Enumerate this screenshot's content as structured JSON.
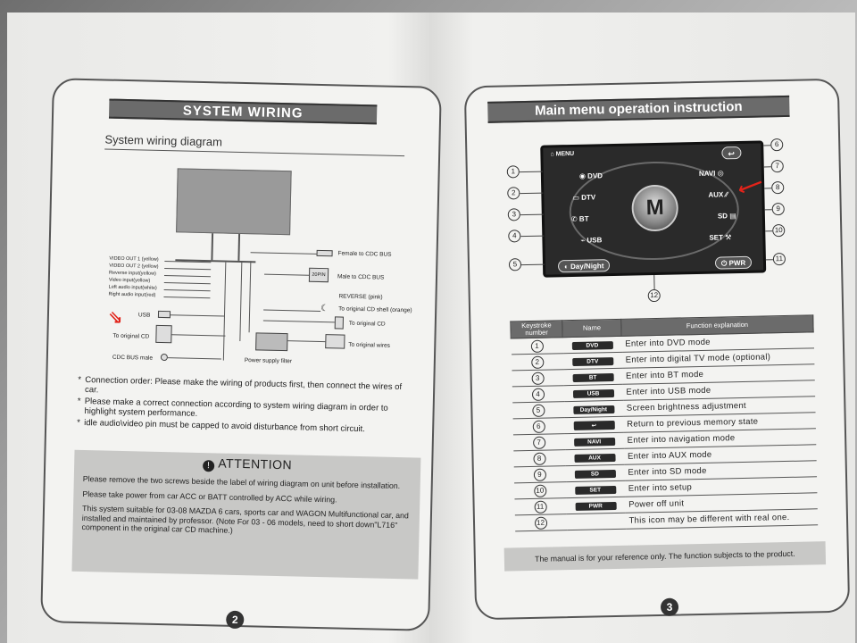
{
  "left_page": {
    "title": "SYSTEM WIRING",
    "subheading": "System wiring diagram",
    "diagram_labels": {
      "video_out_1": "VIDEO OUT 1 (yellow)",
      "video_out_2": "VIDEO OUT 2 (yellow)",
      "reverse_input": "Reverse input(yellow)",
      "video_input": "Video input(yellow)",
      "left_audio": "Left audio input(white)",
      "right_audio": "Right audio input(red)",
      "usb": "USB",
      "to_original_cd_left": "To original CD",
      "cdc_bus_male": "CDC BUS male",
      "female_cdc": "Female to CDC BUS",
      "pin20": "20PIN",
      "male_cdc": "Male to CDC BUS",
      "reverse_pink": "REVERSE (pink)",
      "cd_shell": "To original CD shell (orange)",
      "to_original_cd_right": "To original CD",
      "to_original_wires": "To original wires",
      "power_filter": "Power supply filter"
    },
    "bullets": [
      "Connection order: Please make the wiring of products first, then connect the wires of car.",
      "Please make a correct connection according to system wiring diagram in order to highlight system performance.",
      "idle audio\\video pin must be capped to avoid disturbance from short circuit."
    ],
    "attention": {
      "title": "ATTENTION",
      "paragraphs": [
        "Please remove the two screws beside the label of wiring diagram on unit before installation.",
        "Please take power from car ACC or BATT controlled by ACC while wiring.",
        "This system suitable for 03-08 MAZDA 6 cars, sports car and WAGON Multifunctional car,  and installed and maintained by professor. (Note For  03 - 06  models, need to short down\"L716\" component in the original car CD machine.)"
      ]
    },
    "page_number": "2"
  },
  "right_page": {
    "title": "Main menu operation instruction",
    "screen": {
      "menu": "MENU",
      "dvd": "DVD",
      "dtv": "DTV",
      "bt": "BT",
      "usb": "USB",
      "navi": "NAVI",
      "aux": "AUX",
      "sd": "SD",
      "set": "SET",
      "day_night": "Day/Night",
      "pwr": "PWR",
      "logo": "M"
    },
    "callouts": [
      "1",
      "2",
      "3",
      "4",
      "5",
      "6",
      "7",
      "8",
      "9",
      "10",
      "11",
      "12"
    ],
    "table": {
      "headers": [
        "Keystroke number",
        "Name",
        "Function explanation"
      ],
      "rows": [
        {
          "num": "1",
          "tag": "DVD",
          "fn": "Enter into DVD mode"
        },
        {
          "num": "2",
          "tag": "DTV",
          "fn": "Enter into digital  TV mode (optional)"
        },
        {
          "num": "3",
          "tag": "BT",
          "fn": "Enter into BT mode"
        },
        {
          "num": "4",
          "tag": "USB",
          "fn": "Enter  into  USB  mode"
        },
        {
          "num": "5",
          "tag": "Day/Night",
          "fn": "Screen brightness adjustment"
        },
        {
          "num": "6",
          "tag": "↩",
          "fn": "Return to previous memory state"
        },
        {
          "num": "7",
          "tag": "NAVI",
          "fn": "Enter into navigation mode"
        },
        {
          "num": "8",
          "tag": "AUX",
          "fn": "Enter into AUX mode"
        },
        {
          "num": "9",
          "tag": "SD",
          "fn": "Enter into SD mode"
        },
        {
          "num": "10",
          "tag": "SET",
          "fn": "Enter into setup"
        },
        {
          "num": "11",
          "tag": "PWR",
          "fn": "Power off unit"
        },
        {
          "num": "12",
          "tag": "",
          "fn": "This icon may be different with real one."
        }
      ]
    },
    "footer_note": "The manual is for your reference only. The function subjects to the product.",
    "page_number": "3"
  },
  "colors": {
    "banner": "#6b6b6b",
    "annotation_red": "#e2231a",
    "screen_bg": "#2a2a2a"
  }
}
